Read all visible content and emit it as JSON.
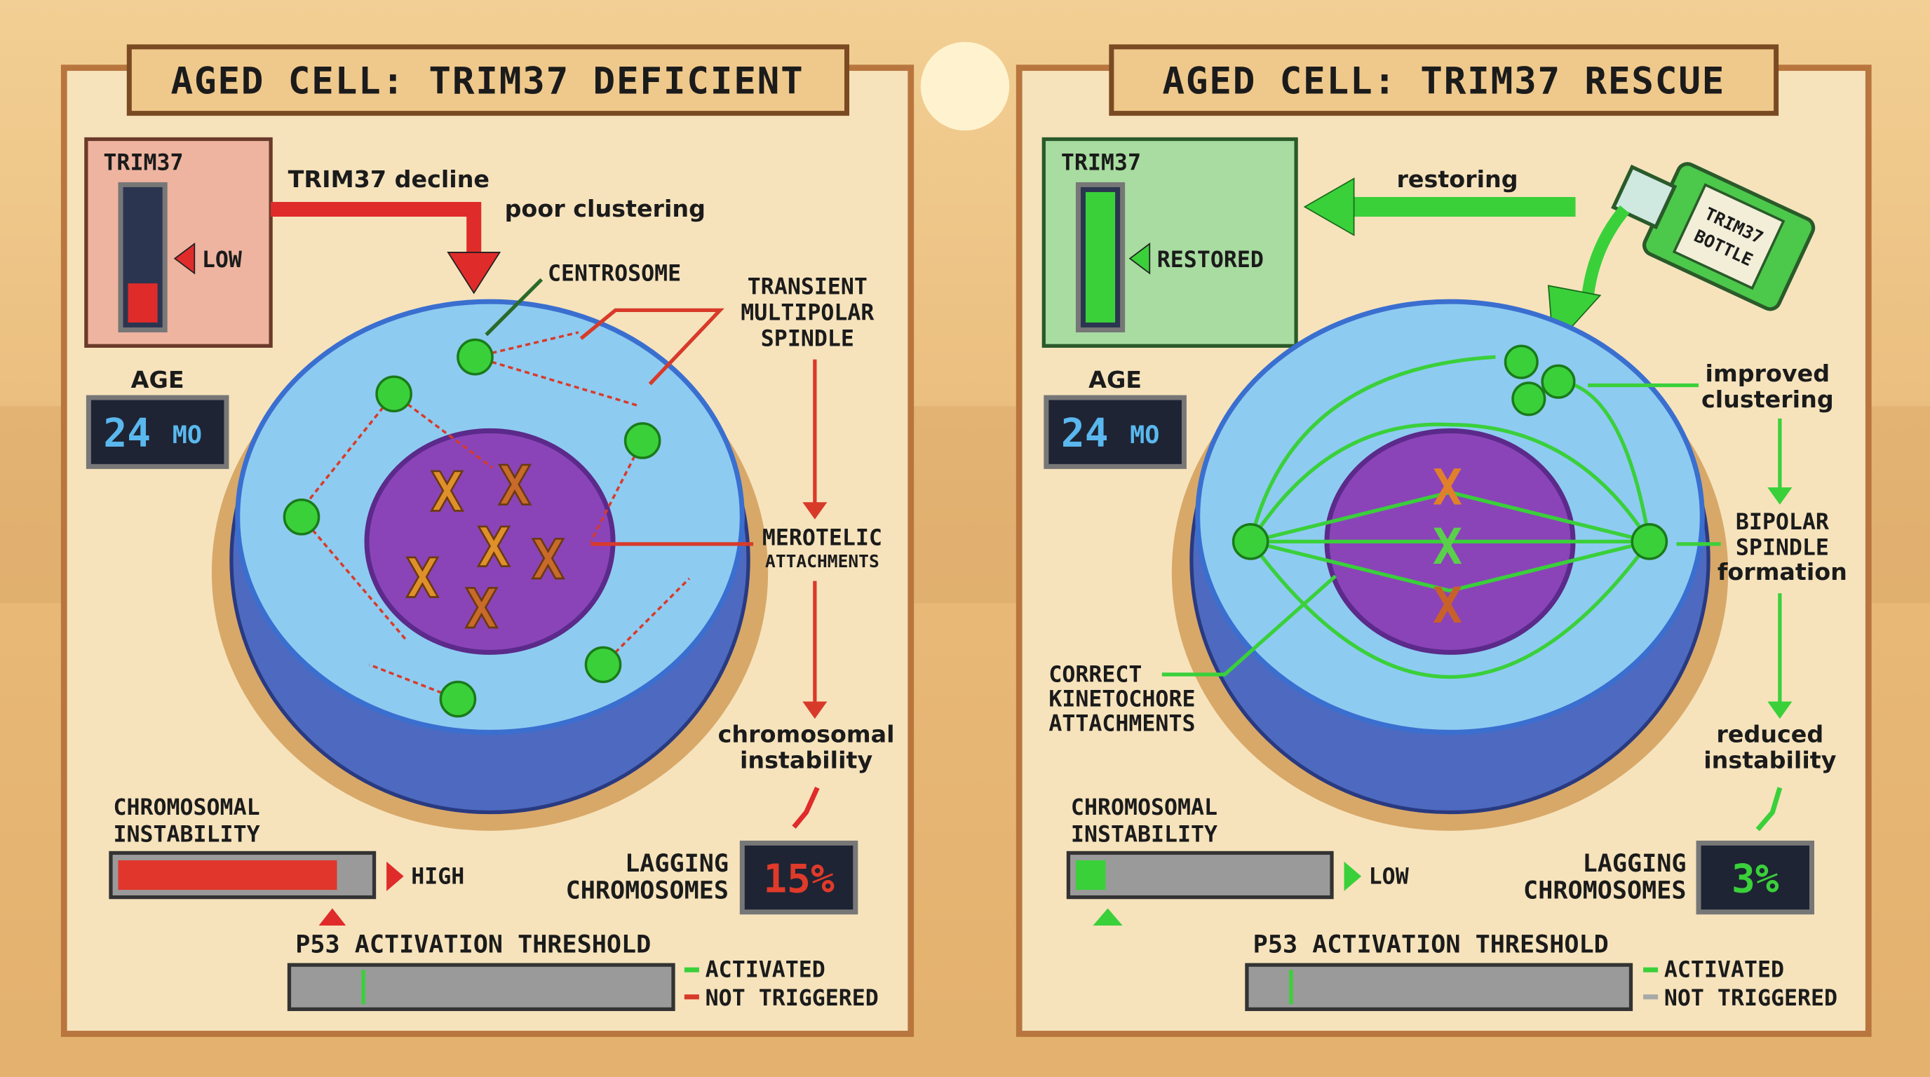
{
  "colors": {
    "deficient_accent": "#e02b2b",
    "rescue_accent": "#38c83a",
    "panel_bg": "#f6e3bc",
    "cell_blue": "#8ecbf0",
    "nucleus_purple": "#8a44b8"
  },
  "left_panel": {
    "title": "AGED CELL: TRIM37 DEFICIENT",
    "trim37_label": "TRIM37",
    "trim37_level": 0.3,
    "trim37_state": "LOW",
    "arrow_label_1": "TRIM37 decline",
    "arrow_label_2": "poor clustering",
    "centrosome_label": "CENTROSOME",
    "spindle_label": [
      "TRANSIENT",
      "MULTIPOLAR",
      "SPINDLE"
    ],
    "merotelic_label": [
      "MEROTELIC",
      "ATTACHMENTS"
    ],
    "instability_text": [
      "chromosomal",
      "instability"
    ],
    "age_label": "AGE",
    "age_value": "24",
    "age_unit": "MO",
    "cin_label": [
      "CHROMOSOMAL",
      "INSTABILITY"
    ],
    "cin_level": 0.88,
    "cin_state": "HIGH",
    "lagging_label": [
      "LAGGING",
      "CHROMOSOMES"
    ],
    "lagging_value": "15%",
    "p53_label": "P53 ACTIVATION THRESHOLD",
    "p53_level": 0.18,
    "legend": [
      {
        "label": "ACTIVATED",
        "color": "#3ad03a"
      },
      {
        "label": "NOT TRIGGERED",
        "color": "#d83a2a"
      }
    ]
  },
  "right_panel": {
    "title": "AGED CELL: TRIM37 RESCUE",
    "trim37_label": "TRIM37",
    "trim37_level": 1.0,
    "trim37_state": "RESTORED",
    "arrow_label": "restoring",
    "bottle_label": [
      "TRIM37",
      "BOTTLE"
    ],
    "clustering_label": [
      "improved",
      "clustering"
    ],
    "bipolar_label": [
      "BIPOLAR",
      "SPINDLE",
      "formation"
    ],
    "kinetochore_label": [
      "CORRECT",
      "KINETOCHORE",
      "ATTACHMENTS"
    ],
    "instability_text": [
      "reduced",
      "instability"
    ],
    "age_label": "AGE",
    "age_value": "24",
    "age_unit": "MO",
    "cin_label": [
      "CHROMOSOMAL",
      "INSTABILITY"
    ],
    "cin_level": 0.12,
    "cin_state": "LOW",
    "lagging_label": [
      "LAGGING",
      "CHROMOSOMES"
    ],
    "lagging_value": "3%",
    "p53_label": "P53 ACTIVATION THRESHOLD",
    "p53_level": 0.1,
    "legend": [
      {
        "label": "ACTIVATED",
        "color": "#3ad03a"
      },
      {
        "label": "NOT TRIGGERED",
        "color": "#a8a8a8"
      }
    ]
  }
}
